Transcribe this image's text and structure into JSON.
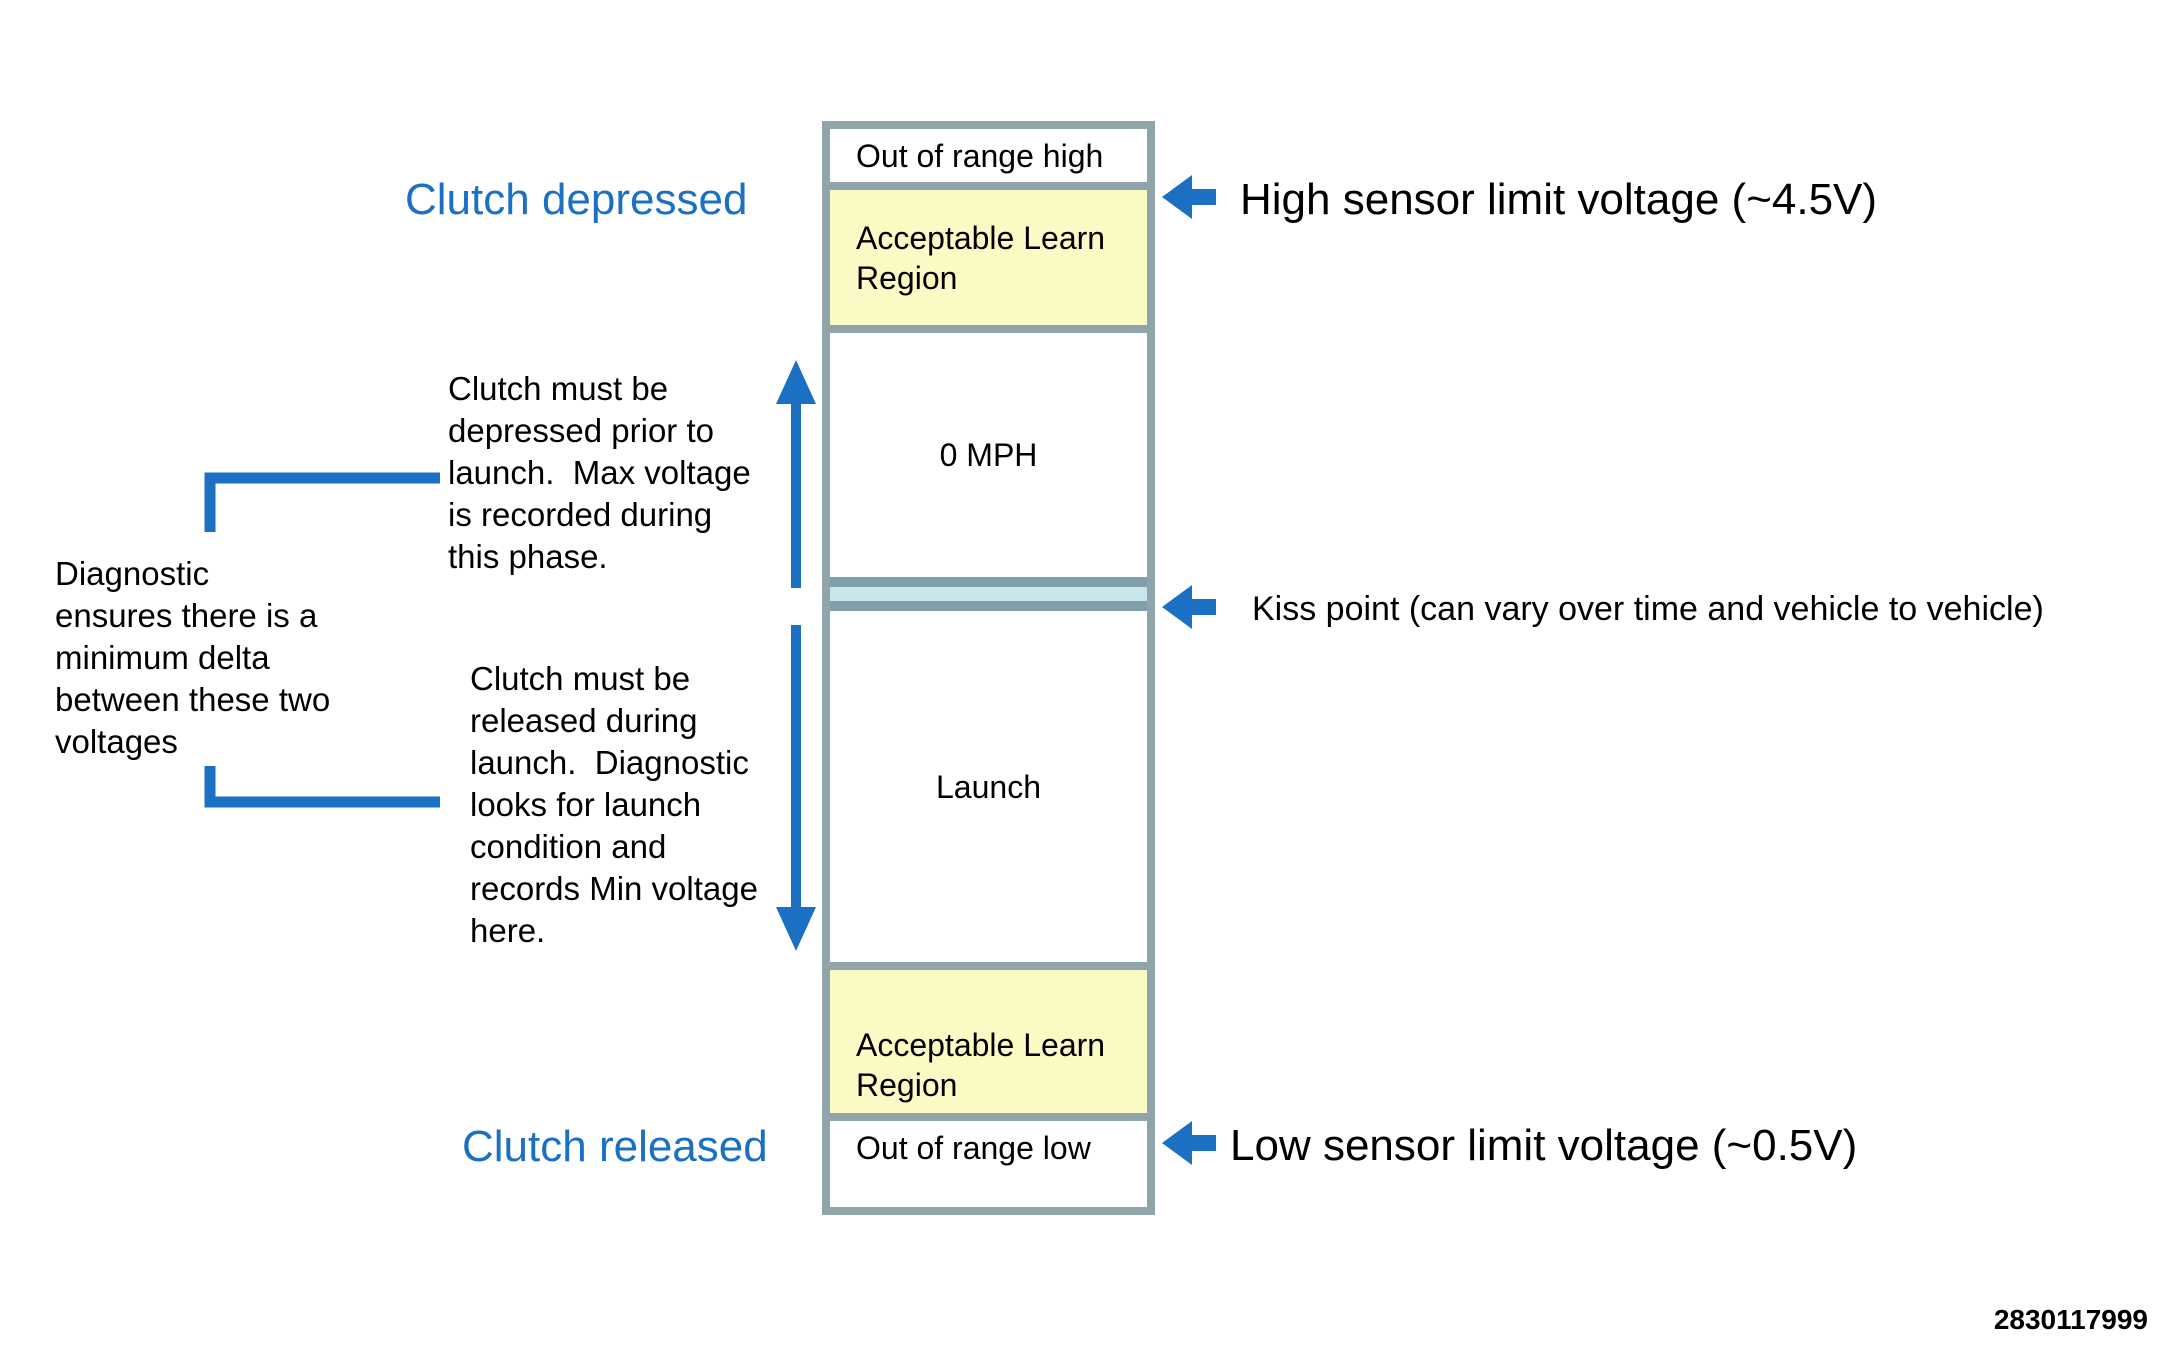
{
  "colors": {
    "accent_blue": "#1b70c4",
    "column_border": "#8fa5a9",
    "kiss_border": "#7fa0a8",
    "learn_region_fill": "#fcfac4",
    "kiss_point_fill": "#c9e6ea",
    "background": "#ffffff",
    "text": "#000000"
  },
  "column": {
    "segments": {
      "out_of_range_high": "Out of range high",
      "learn_region_top": "Acceptable Learn\nRegion",
      "zero_mph": "0 MPH",
      "launch": "Launch",
      "learn_region_bottom": "Acceptable Learn\nRegion",
      "out_of_range_low": "Out of range low"
    }
  },
  "labels": {
    "clutch_depressed": "Clutch depressed",
    "clutch_released": "Clutch released"
  },
  "annotations": {
    "high_limit": "High sensor limit voltage (~4.5V)",
    "kiss_point": "Kiss point (can vary over time and vehicle to vehicle)",
    "low_limit": "Low sensor limit voltage (~0.5V)"
  },
  "notes": {
    "max_voltage": "Clutch must be\ndepressed prior to\nlaunch.  Max voltage\nis recorded during\nthis phase.",
    "min_voltage": "Clutch must be\nreleased during\nlaunch.  Diagnostic\nlooks for launch\ncondition and\nrecords Min voltage\nhere.",
    "delta": "Diagnostic\nensures there is a\nminimum delta\nbetween these two\nvoltages"
  },
  "footer": {
    "doc_number": "2830117999"
  }
}
